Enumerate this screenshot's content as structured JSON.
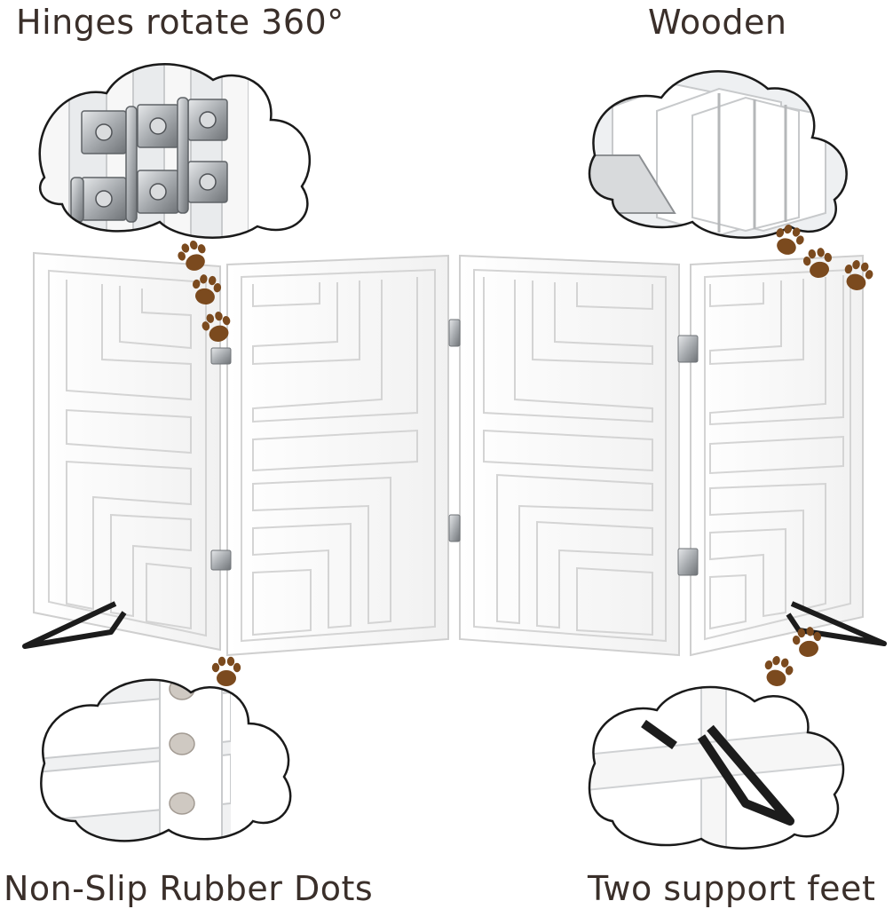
{
  "captions": {
    "hinges": "Hinges rotate 360°",
    "wooden": "Wooden",
    "rubber_dots": "Non-Slip Rubber Dots",
    "support_feet": "Two support feet"
  },
  "colors": {
    "text": "#3a2f2a",
    "paw": "#7b4a1e",
    "cloud_outline": "#1a1a1a",
    "gate_white": "#ffffff",
    "gate_shadow": "#d9d9d9",
    "metal": "#9ea2a6",
    "foot_black": "#1c1c1c"
  },
  "icons": [
    "cloud-callout",
    "paw-print",
    "hinge",
    "support-foot"
  ]
}
